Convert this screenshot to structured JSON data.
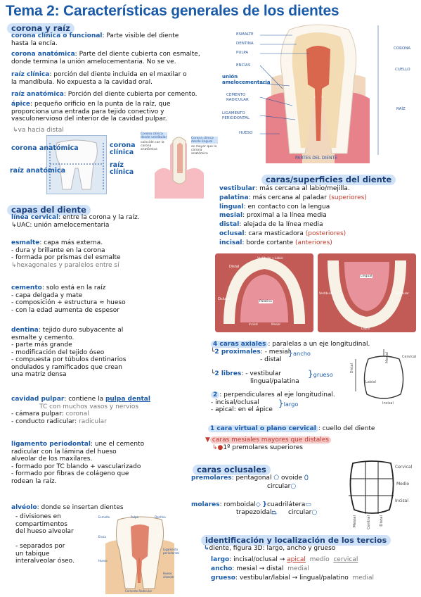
{
  "title": "Tema 2: Características generales de los dientes",
  "corona_raiz": {
    "heading": "corona y raíz",
    "items": [
      {
        "term": "corona clínica o funcional",
        "text": ": Parte visible del diente",
        "text2": "hasta la encía."
      },
      {
        "term": "corona anatómica",
        "text": ": Parte del diente cubierta con esmalte,",
        "text2": "donde termina la unión amelocementaria. No se ve."
      },
      {
        "term": "raíz clínica",
        "text": ": porción del diente incluida en el maxilar o",
        "text2": "la mandíbula. No expuesta a la cavidad oral."
      },
      {
        "term": "raíz anatómica",
        "text": ": Porción del diente cubierta por cemento.",
        "text2": ""
      },
      {
        "term": "ápice",
        "text": ": pequeño orificio en la punta de la raíz, que",
        "text2": "proporciona una entrada para tejido conectivo y",
        "text3": "vasculonervioso del interior de la cavidad pulpar."
      }
    ],
    "arrow_note": "va hacia distal",
    "fig_labels": {
      "corona_anatomica": "corona anatómica",
      "corona_clinica": "corona clínica",
      "raiz_anatomica": "raíz anatómica",
      "raiz_clinica": "raíz clínica"
    },
    "small_fig": {
      "left_title": "Corona clínica desde vestibular",
      "left_note": "coincide con la corona anatómica",
      "right_title": "Corona clínica desde lingual",
      "right_note": "es mayor que la corona anatómica"
    }
  },
  "partes_diente": {
    "caption": "PARTES DEL DIENTE",
    "left_labels": [
      "ESMALTE",
      "DENTINA",
      "PULPA",
      "ENCÍAS",
      "unión amelocementaria",
      "CEMENTO RADICULAR",
      "LIGAMENTO PERIODONTAL",
      "HUESO"
    ],
    "right_labels": [
      "CORONA",
      "CUELLO",
      "RAÍZ"
    ]
  },
  "capas": {
    "heading": "capas del diente",
    "linea_term": "línea cervical",
    "linea_text": ": entre la corona y la raíz.",
    "uac_note": "UAC: unión amelocementaria",
    "esmalte_term": "esmalte",
    "esmalte_text": ": capa más externa.",
    "esmalte_list": [
      "- dura y brillante en la corona",
      "- formada por prismas del esmalte"
    ],
    "esmalte_note": "hexagonales y paralelos entre sí",
    "cemento_term": "cemento",
    "cemento_text": ": solo está en la raíz",
    "cemento_list": [
      "- capa delgada y mate",
      "- composición + estructura ≈ hueso",
      "- con la edad aumenta de espesor"
    ],
    "dentina_term": "dentina",
    "dentina_text": ": tejido duro subyacente al",
    "dentina_text2": "esmalte y cemento.",
    "dentina_list": [
      "- parte más grande",
      "- modificación del tejido óseo",
      "- compuesta por túbulos dentinarios",
      "  ondulados y ramificados que crean",
      "  una matriz densa"
    ],
    "cavidad_term": "cavidad pulpar",
    "cavidad_text": ": contiene la ",
    "cavidad_pulpa": "pulpa dental",
    "cavidad_note": "TC con muchos vasos y nervios",
    "cavidad_list_a": "- cámara pulpar: ",
    "cavidad_list_a_grey": "coronal",
    "cavidad_list_b": "- conducto radicular: ",
    "cavidad_list_b_grey": "radicular",
    "lig_term": "ligamento periodontal",
    "lig_text": ": une el cemento",
    "lig_text2": "radicular con la lámina del hueso",
    "lig_text3": "alveolar de los maxilares.",
    "lig_list": [
      "- formado por TC blando + vascularizado",
      "- formado por fibras de colágeno que",
      "  rodean la raíz."
    ],
    "alveolo_term": "alvéolo",
    "alveolo_text": ": donde se insertan dientes",
    "alveolo_list": [
      "- divisiones en",
      "  compartimentos",
      "  del hueso alveolar",
      "",
      "- separados por",
      "  un tabique",
      "  interalveolar óseo."
    ],
    "alv_fig_labels": [
      "Esmalte",
      "Pulpa",
      "Dentina",
      "Encía",
      "Ligamento periodontal",
      "Hueso",
      "Hueso alveolar",
      "Cemento Radicular"
    ]
  },
  "caras": {
    "heading": "caras/superficies del diente",
    "rows": [
      {
        "term": "vestibular",
        "text": ": más cercana al labio/mejilla.",
        "red": ""
      },
      {
        "term": "palatina",
        "text": ": más cercana al paladar ",
        "red": "(superiores)"
      },
      {
        "term": "lingual",
        "text": ": en contacto con la lengua",
        "red": ""
      },
      {
        "term": "mesial",
        "text": ": proximal a la línea media",
        "red": ""
      },
      {
        "term": "distal",
        "text": ": alejada de la línea media",
        "red": ""
      },
      {
        "term": "oclusal",
        "text": ": cara masticadora ",
        "red": "(posteriores)"
      },
      {
        "term": "incisal",
        "text": ": borde cortante ",
        "red": "(anteriores)"
      }
    ],
    "arch_labels": {
      "left": [
        "Vestibular y Labial",
        "Distal",
        "Oclusal",
        "Palatino",
        "Incisal",
        "Mesial"
      ],
      "right": [
        "Lingual",
        "Vestibular",
        "Vestibular",
        "Labial"
      ]
    },
    "axiales_title": "4 caras axiales",
    "axiales_text": ": paralelas a un eje longitudinal.",
    "proximales": "2 proximales",
    "prox_list": [
      "- mesial",
      "- distal"
    ],
    "ancho": "ancho",
    "libres": "2 libres",
    "libres_list": [
      "- vestibular",
      "  lingual/palatina"
    ],
    "grueso": "grueso",
    "perp_title": "2",
    "perp_text": ": perpendiculares al eje longitudinal.",
    "perp_list": [
      "- incisal/oclusal",
      "- apical: en el ápice"
    ],
    "largo": "largo",
    "virtual": "1 cara virtual o plano cervical",
    "virtual_text": ": cuello del diente",
    "mesiales_red": "caras mesiales mayores que distales",
    "mesiales_note": "1º premolares superiores",
    "tooth_labels": [
      "Distal",
      "Mesial",
      "Cervical",
      "Labial",
      "Incisal"
    ]
  },
  "oclusales": {
    "heading": "caras oclusales",
    "premolares_term": "premolares",
    "premolares_a": ": pentagonal",
    "premolares_b": "ovoide",
    "premolares_c": "circular",
    "molares_term": "molares",
    "molares_a": ": romboidal",
    "molares_b": "cuadrilátera",
    "molares_c": "trapezoidal",
    "molares_d": "circular",
    "tercios_labels": [
      "Cervical",
      "Medio",
      "Incisal",
      "Mesial",
      "Central",
      "Distal"
    ]
  },
  "tercios": {
    "heading": "identificación y localización de los tercios",
    "subtitle": "diente, figura 3D: largo, ancho y grueso",
    "rows": [
      {
        "term": "largo",
        "text": ": incisal/oclusal → ",
        "a": "apical",
        "b": "medio",
        "c": "cervical"
      },
      {
        "term": "ancho",
        "text": ": mesial → ",
        "a": "distal",
        "b": "medial",
        "c": ""
      },
      {
        "term": "grueso",
        "text": ": vestibular/labial → ",
        "a": "lingual/palatino",
        "b": "medial",
        "c": ""
      }
    ]
  },
  "colors": {
    "accent": "#1a5aa8",
    "highlight": "#cfe2f7",
    "red": "#c0392b"
  }
}
